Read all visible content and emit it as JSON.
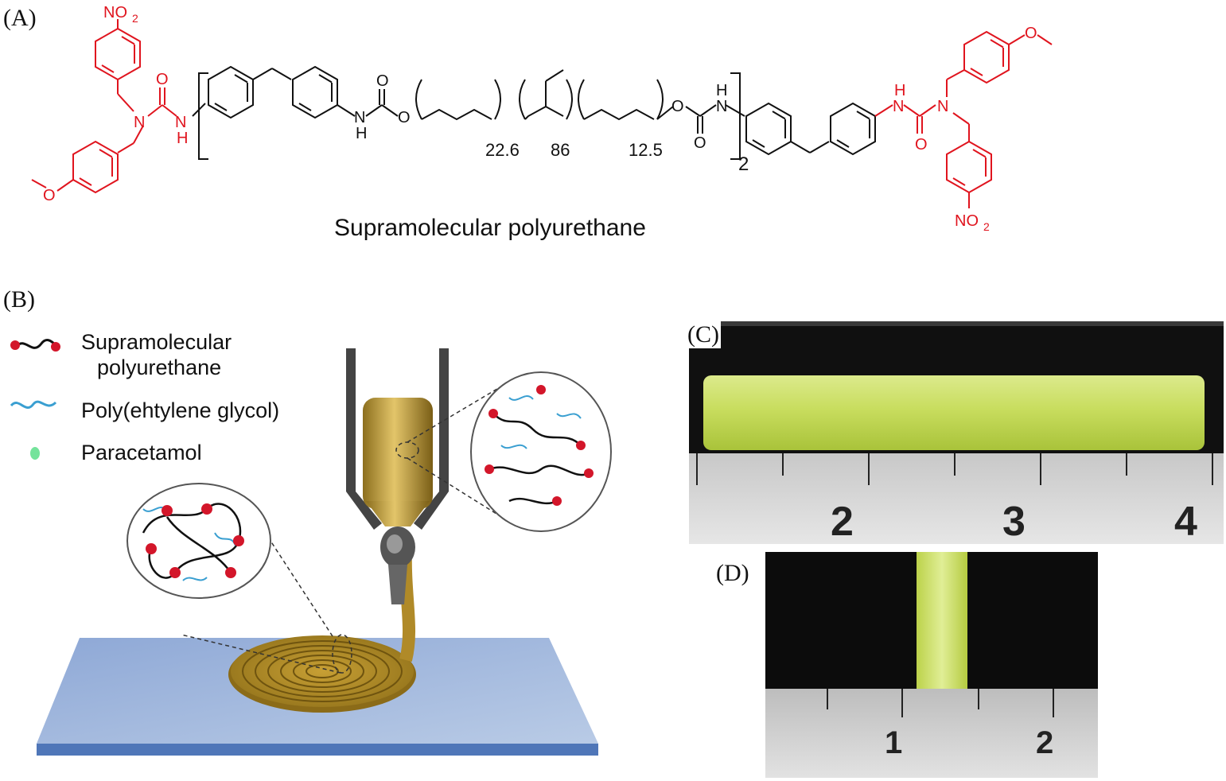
{
  "panels": {
    "a": "(A)",
    "b": "(B)",
    "c": "(C)",
    "d": "(D)"
  },
  "panel_a": {
    "title": "Supramolecular polyurethane",
    "atoms": {
      "no2": "NO",
      "no2_sub": "2",
      "n": "N",
      "o": "O",
      "h": "H",
      "nh": "N",
      "methoxy_o": "O"
    },
    "subscripts": {
      "n1": "22.6",
      "n2": "86",
      "n3": "12.5",
      "repeat": "2"
    },
    "colors": {
      "end_group": "#e0141e",
      "backbone": "#111111"
    }
  },
  "panel_b": {
    "legend": [
      {
        "label_line1": "Supramolecular",
        "label_line2": "polyurethane",
        "icon": "polymer-chain-icon"
      },
      {
        "label_line1": "Poly(ehtylene glycol)",
        "icon": "peg-chain-icon"
      },
      {
        "label_line1": "Paracetamol",
        "icon": "paracetamol-drop-icon"
      }
    ]
  },
  "panel_c": {
    "ruler_numbers": [
      "2",
      "3",
      "4"
    ]
  },
  "panel_d": {
    "ruler_numbers": [
      "1",
      "2"
    ]
  }
}
